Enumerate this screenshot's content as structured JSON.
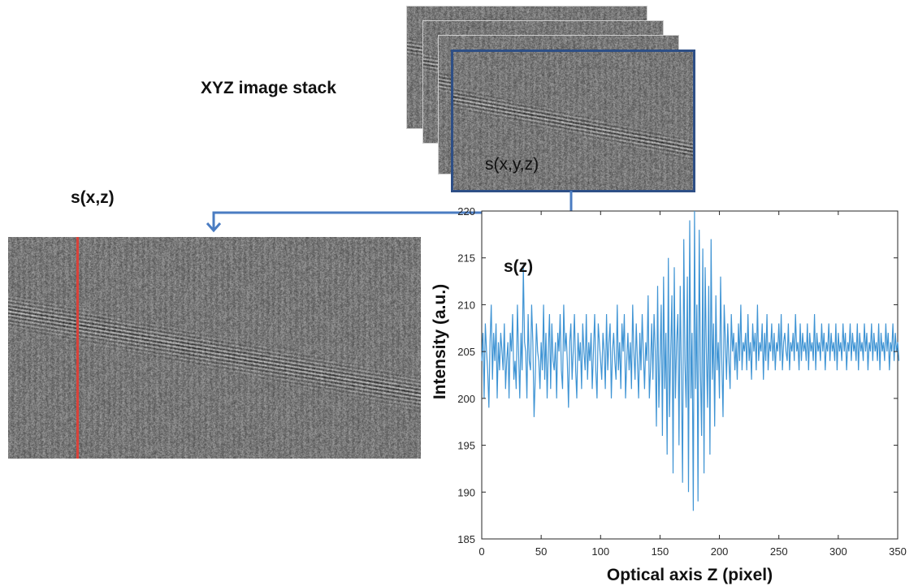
{
  "labels": {
    "stack_title": "XYZ image stack",
    "stack_volume": "s(x,y,z)",
    "slice_label": "s(x,z)",
    "profile_label": "s(z)"
  },
  "colors": {
    "frame_blue": "#2e4f86",
    "connector_blue": "#4a7cc2",
    "line_marker_red": "#d9423a",
    "plot_line": "#3f94d4",
    "axes": "#262626"
  },
  "chart_data": {
    "type": "line",
    "title": "",
    "xlabel": "Optical axis Z (pixel)",
    "ylabel": "Intensity (a.u.)",
    "xlim": [
      0,
      350
    ],
    "ylim": [
      185,
      220
    ],
    "xticks": [
      0,
      50,
      100,
      150,
      200,
      250,
      300,
      350
    ],
    "yticks": [
      185,
      190,
      195,
      200,
      205,
      210,
      215,
      220
    ],
    "grid": false,
    "series": [
      {
        "name": "",
        "x_start": 0,
        "x_step": 1,
        "values": [
          204,
          207,
          200,
          208,
          205,
          203,
          199,
          206,
          210,
          202,
          207,
          204,
          208,
          200,
          206,
          203,
          207,
          205,
          203,
          208,
          201,
          204,
          206,
          200,
          207,
          205,
          209,
          202,
          204,
          201,
          210,
          205,
          200,
          207,
          203,
          214,
          206,
          205,
          200,
          209,
          204,
          203,
          210,
          206,
          198,
          202,
          208,
          205,
          204,
          201,
          206,
          203,
          210,
          202,
          207,
          200,
          205,
          209,
          201,
          208,
          204,
          203,
          206,
          200,
          207,
          205,
          209,
          203,
          201,
          210,
          205,
          207,
          204,
          199,
          206,
          208,
          202,
          205,
          209,
          203,
          200,
          207,
          204,
          206,
          201,
          208,
          205,
          203,
          209,
          202,
          206,
          204,
          207,
          201,
          205,
          209,
          203,
          200,
          208,
          206,
          204,
          202,
          207,
          205,
          201,
          209,
          203,
          206,
          208,
          200,
          205,
          207,
          204,
          202,
          210,
          203,
          206,
          201,
          208,
          205,
          209,
          200,
          204,
          207,
          203,
          206,
          201,
          210,
          205,
          202,
          208,
          204,
          200,
          207,
          203,
          209,
          205,
          201,
          206,
          204,
          211,
          200,
          203,
          208,
          202,
          209,
          205,
          197,
          212,
          199,
          204,
          210,
          196,
          213,
          201,
          207,
          194,
          215,
          198,
          205,
          211,
          192,
          214,
          200,
          206,
          209,
          195,
          212,
          202,
          191,
          217,
          204,
          199,
          213,
          190,
          219,
          200,
          207,
          188,
          220,
          201,
          210,
          189,
          218,
          203,
          196,
          216,
          192,
          214,
          205,
          199,
          212,
          194,
          217,
          202,
          208,
          197,
          211,
          203,
          206,
          200,
          213,
          204,
          198,
          210,
          206,
          202,
          208,
          204,
          201,
          209,
          205,
          207,
          203,
          206,
          202,
          208,
          204,
          210,
          203,
          206,
          205,
          207,
          203,
          209,
          204,
          206,
          202,
          208,
          205,
          207,
          203,
          210,
          204,
          206,
          205,
          208,
          202,
          207,
          204,
          209,
          203,
          206,
          205,
          208,
          204,
          207,
          203,
          206,
          205,
          208,
          204,
          209,
          203,
          206,
          207,
          205,
          204,
          208,
          203,
          206,
          205,
          207,
          204,
          209,
          205,
          206,
          203,
          208,
          204,
          207,
          205,
          206,
          204,
          208,
          203,
          207,
          205,
          206,
          204,
          209,
          203,
          207,
          205,
          206,
          204,
          208,
          205,
          207,
          203,
          206,
          205,
          208,
          204,
          207,
          205,
          206,
          204,
          208,
          203,
          207,
          205,
          206,
          204,
          208,
          205,
          207,
          203,
          206,
          205,
          208,
          204,
          207,
          205,
          206,
          204,
          208,
          203,
          207,
          205,
          206,
          204,
          208,
          205,
          207,
          203,
          206,
          205,
          208,
          204,
          207,
          205,
          206,
          204,
          208,
          203,
          207,
          205,
          206,
          204,
          208,
          205,
          207,
          203,
          206,
          205,
          208,
          204,
          207,
          205,
          206,
          204
        ]
      }
    ]
  }
}
